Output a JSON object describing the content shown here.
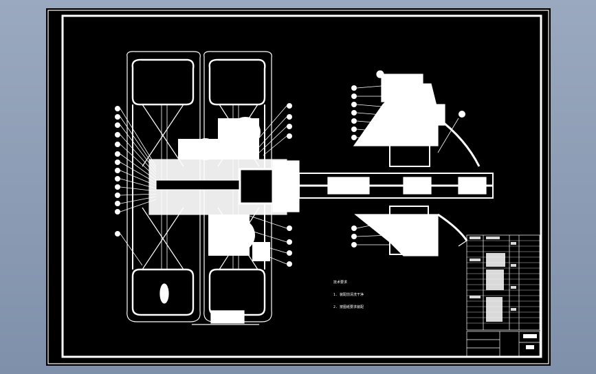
{
  "notes": {
    "heading": "技术要求",
    "lines": [
      "1. 装配前清洗干净",
      "2. 按图纸要求装配"
    ]
  },
  "colors": {
    "background": "#8b9bb4",
    "sheet": "#000000",
    "lines": "#ffffff"
  }
}
